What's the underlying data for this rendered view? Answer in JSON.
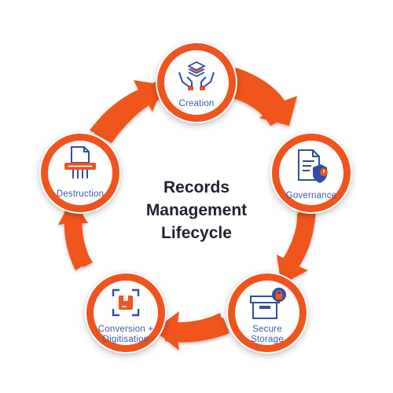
{
  "title": {
    "line1": "Records",
    "line2": "Management",
    "line3": "Lifecycle"
  },
  "stages": [
    {
      "label": "Creation",
      "icon": "hands-holding-documents-icon"
    },
    {
      "label": "Governance",
      "icon": "document-with-shield-icon"
    },
    {
      "line1": "Secure",
      "line2": "Storage",
      "icon": "locked-storage-box-icon"
    },
    {
      "line1": "Conversion +",
      "line2": "Digitisation",
      "icon": "scan-box-icon"
    },
    {
      "label": "Destruction",
      "icon": "paper-shredder-icon"
    }
  ],
  "colors": {
    "ring": "#f0541e",
    "ring_dark": "#c8400f",
    "label": "#3d5aa8",
    "icon_blue": "#2f4fa3",
    "icon_orange": "#f0541e",
    "title": "#1f2230"
  }
}
